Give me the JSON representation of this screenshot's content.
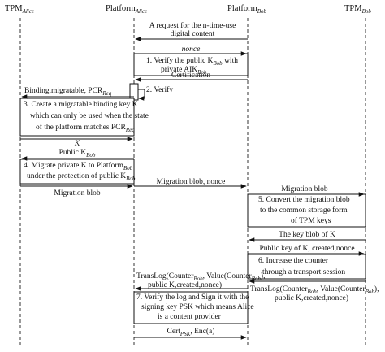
{
  "participants": {
    "tpm_alice": "TPM",
    "tpm_alice_sub": "Alice",
    "platform_alice": "Platform",
    "platform_alice_sub": "Alice",
    "platform_bob": "Platform",
    "platform_bob_sub": "Bob",
    "tpm_bob": "TPM",
    "tpm_bob_sub": "Bob"
  },
  "messages": {
    "m1a": "A request for the n-time-use",
    "m1b": "digital content",
    "m2": "nonce",
    "m3": "Certification",
    "m4": "Binding.migratable, PCR",
    "m4_sub": "Req",
    "m5": "K",
    "m6": "Public K",
    "m6_sub": "Bob",
    "m7": "Migration blob",
    "m8": "Migration blob, nonce",
    "m9": "Migration blob",
    "m10": "The key blob of K",
    "m11": "Public key of K, created,nonce",
    "m12a": "TransLog(Counter",
    "m12a_sub": "Bob",
    "m12b": ", Value(Counter",
    "m12c": "Bob",
    "m12d": "),",
    "m12e": "public K,created,nonce)",
    "m13a": "TransLog(Counter",
    "m13b": ", Value(Counter",
    "m13c": "),",
    "m13d": "public K,created,nonce)",
    "m14": "Cert",
    "m14_sub": "PSK",
    "m14b": ", Enc(a)"
  },
  "steps": {
    "s1a": "1. Verify the public K",
    "s1a_sub": "Bob",
    "s1a_end": " with",
    "s1b": "private AIK",
    "s1b_sub": "Bob",
    "s2": "2. Verify",
    "s3a": "3. Create a migratable binding key K",
    "s3b": "which can only be used when the state",
    "s3c": "of the platform matches PCR",
    "s3c_sub": "Req",
    "s4a": "4. Migrate private K to Platform",
    "s4a_sub": "Bob",
    "s4b": "under the protection of public K",
    "s4b_sub": "Bob",
    "s5a": "5. Convert the migration blob",
    "s5b": "to the common storage form",
    "s5c": "of TPM keys",
    "s6a": "6. Increase the counter",
    "s6b": "through a transport session",
    "s7a": "7. Verify the log and Sign it with the",
    "s7b": "signing key PSK which means Alice",
    "s7c": "is a content provider"
  }
}
